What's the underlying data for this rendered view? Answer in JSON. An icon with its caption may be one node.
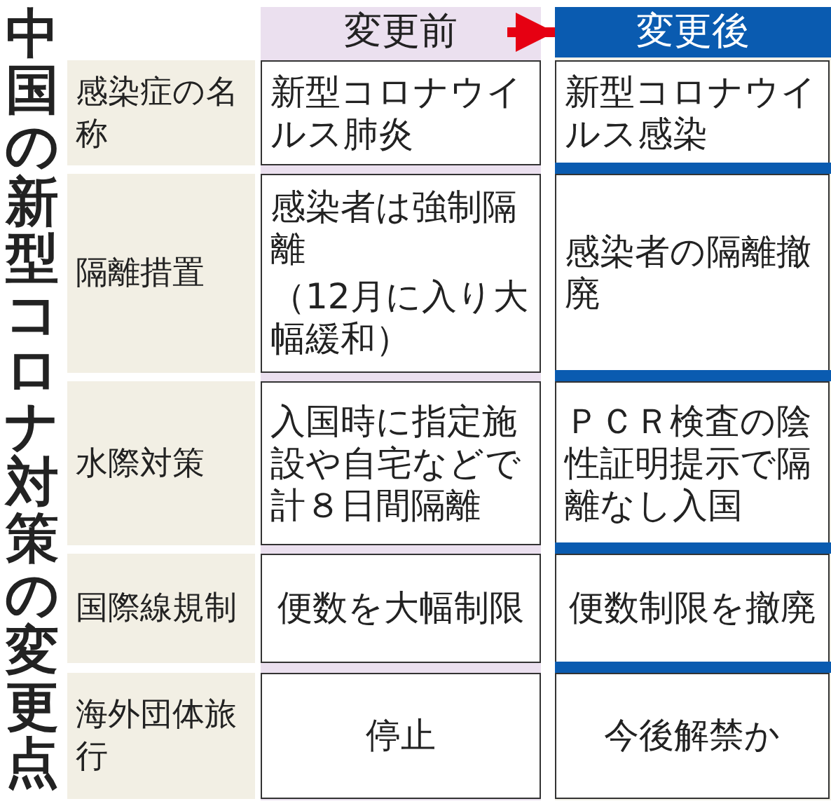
{
  "diagram": {
    "title": "中国の新型コロナ対策の変更点",
    "nodes": [
      {
        "text": [
          "変更前"
        ]
      },
      {
        "text": [
          "変更後"
        ]
      }
    ],
    "edges": [
      {
        "from": 0,
        "to": 1,
        "arrow": "to",
        "color": "#e60012"
      }
    ],
    "labels": [
      "感染症の名称",
      "新型コロナウイルス肺炎",
      "新型コロナウイルス感染",
      "隔離措置",
      "感染者は強制隔離",
      "（12月に入り大幅緩和）",
      "感染者の隔離撤廃",
      "水際対策",
      "入国時に指定施設や自宅などで計８日間隔離",
      "ＰＣＲ検査の陰性証明提示で隔離なし入国",
      "国際線規制",
      "便数を大幅制限",
      "便数制限を撤廃",
      "海外団体旅行",
      "停止",
      "今後解禁か"
    ]
  }
}
